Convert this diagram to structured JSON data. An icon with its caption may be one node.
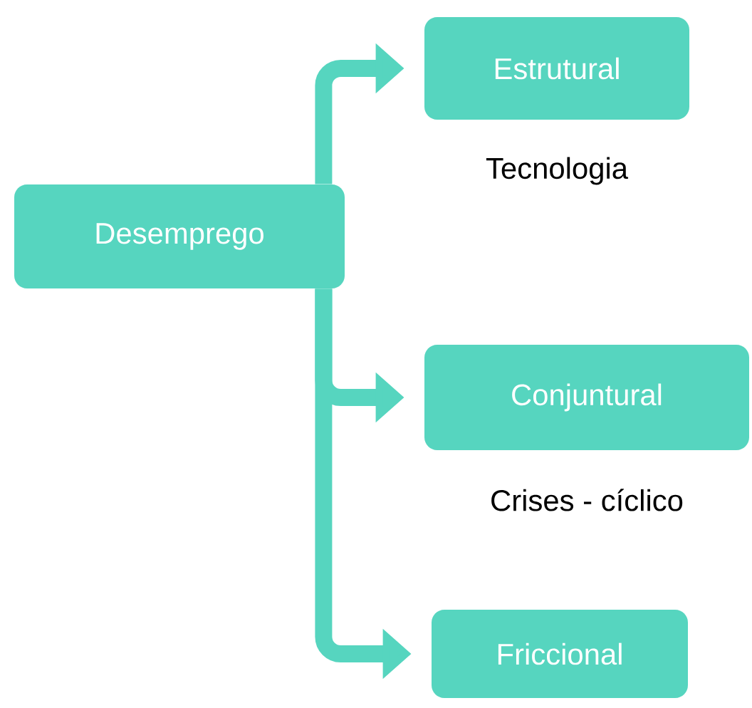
{
  "diagram": {
    "nodes": [
      {
        "text": [
          "Desemprego"
        ]
      },
      {
        "text": [
          "Estrutural"
        ],
        "beside": [
          "Tecnologia"
        ]
      },
      {
        "text": [
          "Conjuntural"
        ],
        "beside": [
          "Crises - cíclico"
        ]
      },
      {
        "text": [
          "Friccional"
        ]
      }
    ],
    "edges": [
      {
        "from": 0,
        "to": 1,
        "arrow": "to"
      },
      {
        "from": 0,
        "to": 2,
        "arrow": "to"
      },
      {
        "from": 0,
        "to": 3,
        "arrow": "to"
      }
    ]
  }
}
